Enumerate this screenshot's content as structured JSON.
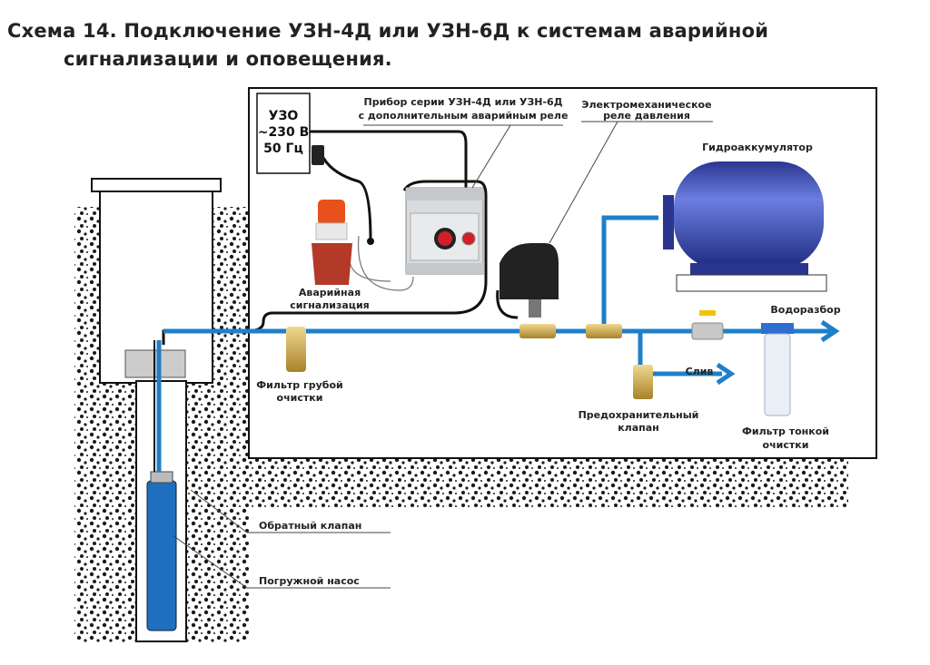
{
  "title": {
    "line1": "Схема 14. Подключение УЗН-4Д или УЗН-6Д к системам аварийной",
    "line2": "сигнализации и оповещения."
  },
  "uzo": {
    "line1": "УЗО",
    "line2": "~230 В",
    "line3": "50 Гц"
  },
  "labels": {
    "device_line1": "Прибор серии УЗН-4Д или УЗН-6Д",
    "device_line2": "с дополнительным аварийным реле",
    "relay_line1": "Электромеханическое",
    "relay_line2": "реле давления",
    "accumulator": "Гидроаккумулятор",
    "alarm_line1": "Аварийная",
    "alarm_line2": "сигнализация",
    "coarse_filter_line1": "Фильтр грубой",
    "coarse_filter_line2": "очистки",
    "drain": "Слив",
    "safety_valve_line1": "Предохранительный",
    "safety_valve_line2": "клапан",
    "water_outlet": "Водоразбор",
    "fine_filter_line1": "Фильтр тонкой",
    "fine_filter_line2": "очистки",
    "check_valve": "Обратный клапан",
    "pump": "Погружной насос"
  },
  "colors": {
    "pipe": "#1f7fc8",
    "ground": "#1a1a1a",
    "tank": "#3a4fb8",
    "alarm_light": "#e8501c",
    "brass": "#c9a24a"
  }
}
